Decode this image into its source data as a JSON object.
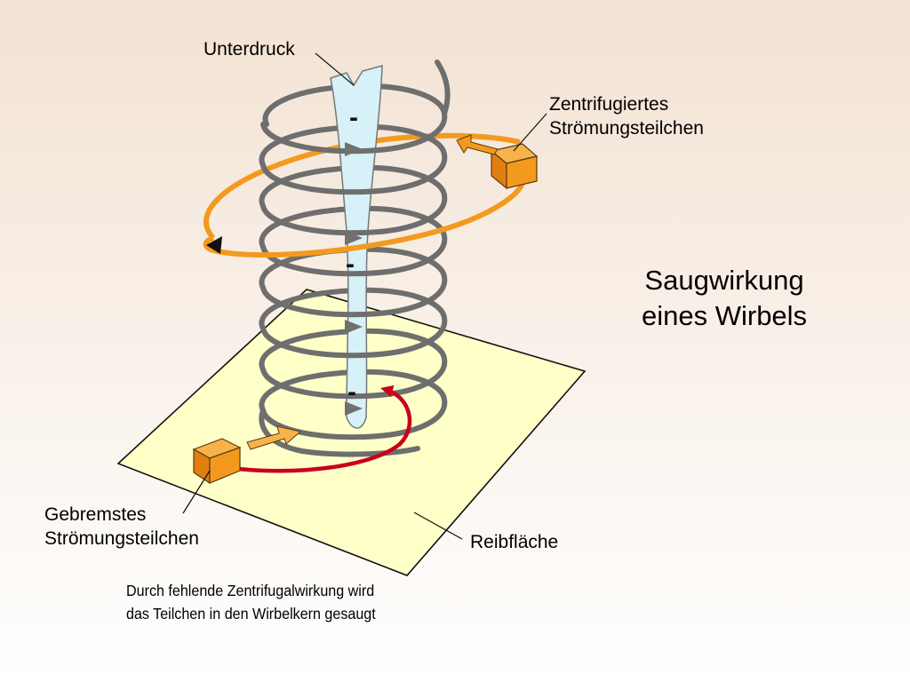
{
  "labels": {
    "unterdruck": "Unterdruck",
    "zentrifugiert_line1": "Zentrifugiertes",
    "zentrifugiert_line2": "Strömungsteilchen",
    "title_line1": "Saugwirkung",
    "title_line2": "eines Wirbels",
    "gebremst_line1": "Gebremstes",
    "gebremst_line2": "Strömungsteilchen",
    "reibflaeche": "Reibfläche",
    "caption_line1": "Durch fehlende Zentrifugalwirkung wird",
    "caption_line2": "das Teilchen in den Wirbelkern gesaugt"
  },
  "core_signs": [
    "-",
    "-",
    "-"
  ],
  "colors": {
    "background_top": "#f3e2d3",
    "background_bottom": "#ffffff",
    "friction_plane": "#ffffc8",
    "vortex_coil": "#707070",
    "vortex_core": "#d6f1f7",
    "particle": "#f39a1e",
    "centrifugal_path": "#f39a1e",
    "suction_path": "#c8001e"
  },
  "icons": [
    "cube-particle-icon",
    "arrow-icon"
  ]
}
